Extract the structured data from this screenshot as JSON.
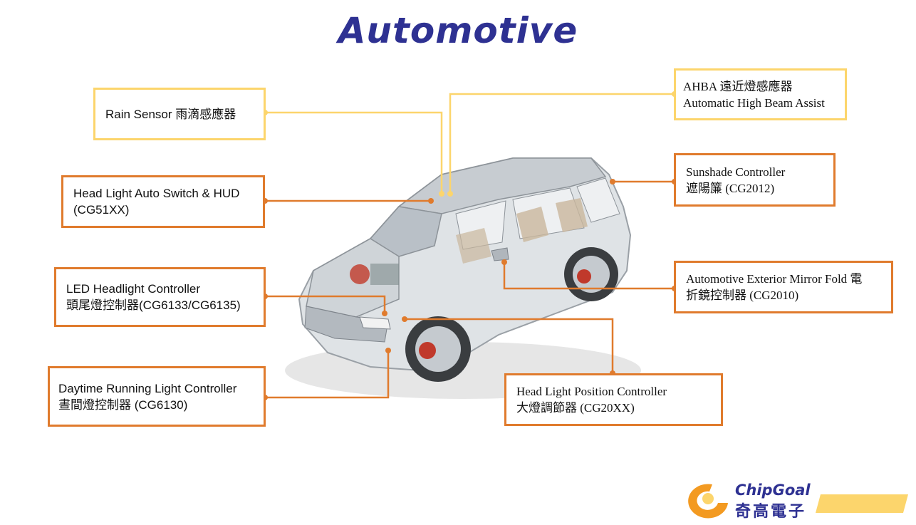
{
  "title": "Automotive",
  "colors": {
    "title": "#2e3192",
    "yellow": "#fcd56c",
    "orange": "#e07b2d",
    "logo_blue": "#2e3192",
    "logo_orange": "#f39a21",
    "logo_yellow": "#fcd56c"
  },
  "labels": {
    "rain_sensor": {
      "lines": [
        "Rain Sensor 雨滴感應器"
      ]
    },
    "ahba": {
      "lines": [
        "AHBA 遠近燈感應器",
        "Automatic High Beam Assist"
      ]
    },
    "head_light_auto_switch": {
      "lines": [
        "Head Light Auto Switch & HUD",
        "(CG51XX)"
      ]
    },
    "sunshade": {
      "lines": [
        "Sunshade Controller",
        "遮陽簾 (CG2012)"
      ]
    },
    "led_headlight": {
      "lines": [
        "LED Headlight Controller",
        "頭尾燈控制器(CG6133/CG6135)"
      ]
    },
    "mirror_fold": {
      "lines": [
        "Automotive Exterior Mirror Fold 電",
        "折鏡控制器 (CG2010)"
      ]
    },
    "drl": {
      "lines": [
        "Daytime Running Light Controller",
        "晝間燈控制器 (CG6130)"
      ]
    },
    "head_light_position": {
      "lines": [
        "Head Light Position Controller",
        "大燈調節器 (CG20XX)"
      ]
    }
  },
  "image": {
    "subject": "x-ray cutaway illustration of a silver SUV"
  },
  "logo": {
    "name_en": "ChipGoal",
    "name_zh": "奇高電子"
  }
}
